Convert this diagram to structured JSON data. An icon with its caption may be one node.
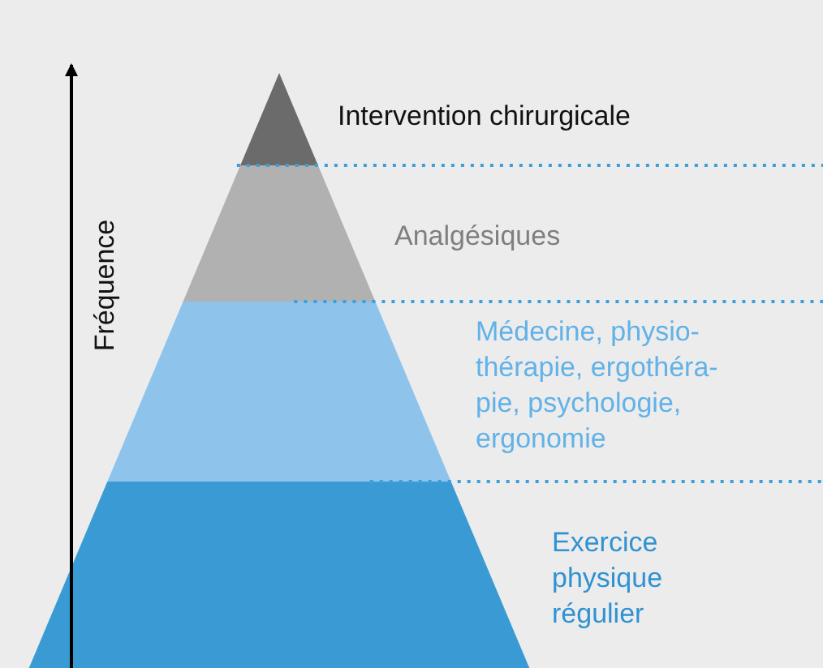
{
  "diagram": {
    "nodes": [
      {
        "text": [],
        "shape": "triangle",
        "beside": [
          "Intervention chirurgicale"
        ]
      },
      {
        "text": [],
        "shape": "trapezoid",
        "beside": [
          "Analgésiques"
        ]
      },
      {
        "text": [],
        "shape": "trapezoid",
        "beside": [
          "Médecine, physio- thérapie, ergothéra- pie, psychologie, ergonomie"
        ]
      },
      {
        "text": [],
        "shape": "trapezoid",
        "beside": [
          "Exercice physique régulier"
        ]
      }
    ],
    "edges": [],
    "labels": [
      "Fréquence"
    ]
  }
}
